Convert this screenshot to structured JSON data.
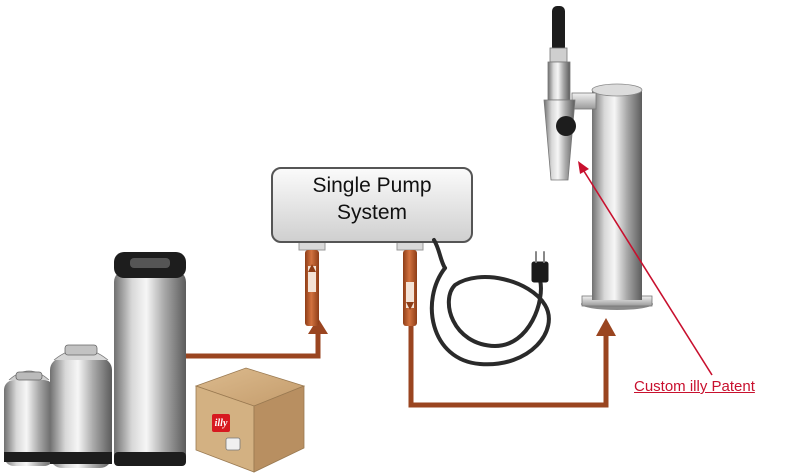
{
  "pump": {
    "line1": "Single Pump",
    "line2": "System"
  },
  "patent": {
    "label": "Custom illy Patent"
  },
  "box": {
    "logo_text": "illy"
  },
  "colors": {
    "tube": "#b9582a",
    "tube_dark": "#8e3d17",
    "arrow_line": "#9a4520",
    "patent_red": "#c8102e",
    "steel_light": "#e2e2e2",
    "steel_dark": "#7c7c7c",
    "cardboard": "#c9a477",
    "illy_logo": "#d71920"
  },
  "icons": {
    "keg_small": "keg-small-icon",
    "keg_medium": "keg-medium-icon",
    "keg_large": "keg-large-icon",
    "bag_in_box": "cardboard-box-icon",
    "pump": "pump-box-icon",
    "power_cord": "power-cord-icon",
    "tap_tower": "beer-tower-icon",
    "faucet": "faucet-icon"
  }
}
